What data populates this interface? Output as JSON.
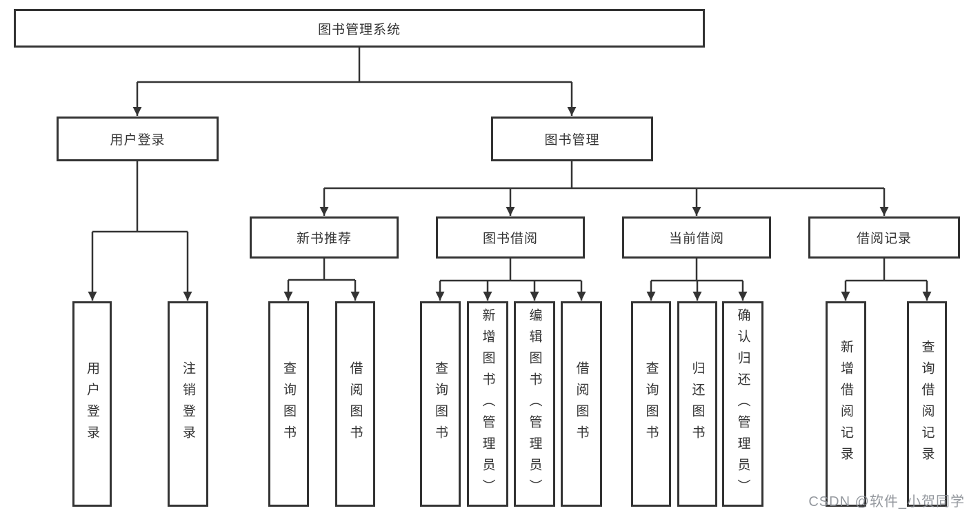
{
  "tree": {
    "root": {
      "label": "图书管理系统"
    },
    "branches": [
      {
        "label": "用户登录",
        "children": [
          {
            "label": "用户登录"
          },
          {
            "label": "注销登录"
          }
        ]
      },
      {
        "label": "图书管理",
        "children": [
          {
            "label": "新书推荐",
            "children": [
              {
                "label": "查询图书"
              },
              {
                "label": "借阅图书"
              }
            ]
          },
          {
            "label": "图书借阅",
            "children": [
              {
                "label": "查询图书"
              },
              {
                "label": "新增图书（管理员）"
              },
              {
                "label": "编辑图书（管理员）"
              },
              {
                "label": "借阅图书"
              }
            ]
          },
          {
            "label": "当前借阅",
            "children": [
              {
                "label": "查询图书"
              },
              {
                "label": "归还图书"
              },
              {
                "label": "确认归还（管理员）"
              }
            ]
          },
          {
            "label": "借阅记录",
            "children": [
              {
                "label": "新增借阅记录"
              },
              {
                "label": "查询借阅记录"
              }
            ]
          }
        ]
      }
    ]
  },
  "watermark": {
    "text": "CSDN @软件_小贺同学"
  },
  "colors": {
    "line": "#333333",
    "text": "#333333",
    "background": "#ffffff",
    "watermark": "#888d94"
  }
}
